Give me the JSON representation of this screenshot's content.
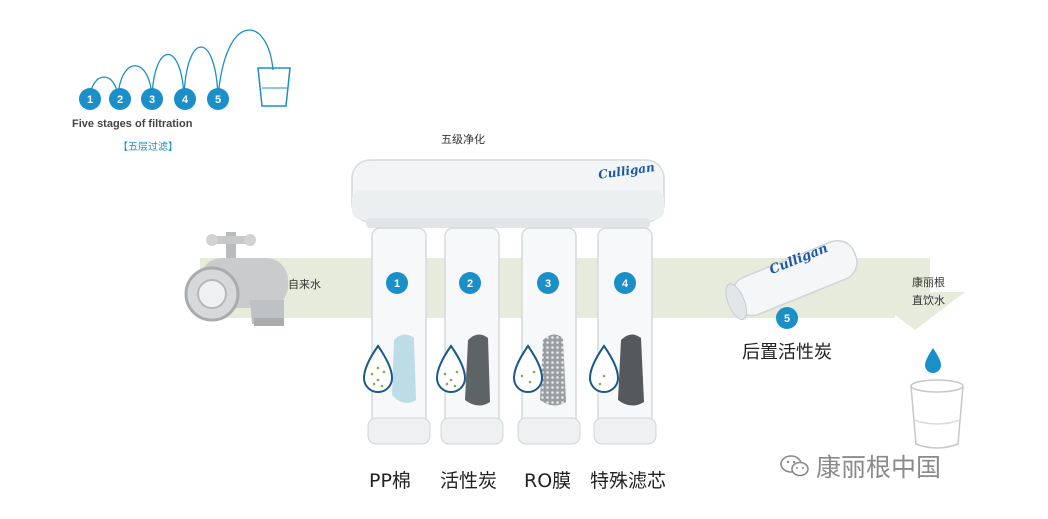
{
  "legend": {
    "numbers": [
      "1",
      "2",
      "3",
      "4",
      "5"
    ],
    "title": "Five stages of filtration",
    "subtitle": "【五层过滤】"
  },
  "header_label": "五级净化",
  "brand": "Culligan",
  "inlet_label": "自来水",
  "stages": [
    {
      "num": "1",
      "label": "PP棉"
    },
    {
      "num": "2",
      "label": "活性炭"
    },
    {
      "num": "3",
      "label": "RO膜"
    },
    {
      "num": "4",
      "label": "特殊滤芯"
    }
  ],
  "post_filter": {
    "num": "5",
    "label": "后置活性炭"
  },
  "outlet_label_line1": "康丽根",
  "outlet_label_line2": "直饮水",
  "watermark": "康丽根中国",
  "colors": {
    "accent_blue": "#1a8fc8",
    "flow_band": "#e7ebdc",
    "brand_blue": "#1b5aa6",
    "housing": "#f2f4f5"
  }
}
